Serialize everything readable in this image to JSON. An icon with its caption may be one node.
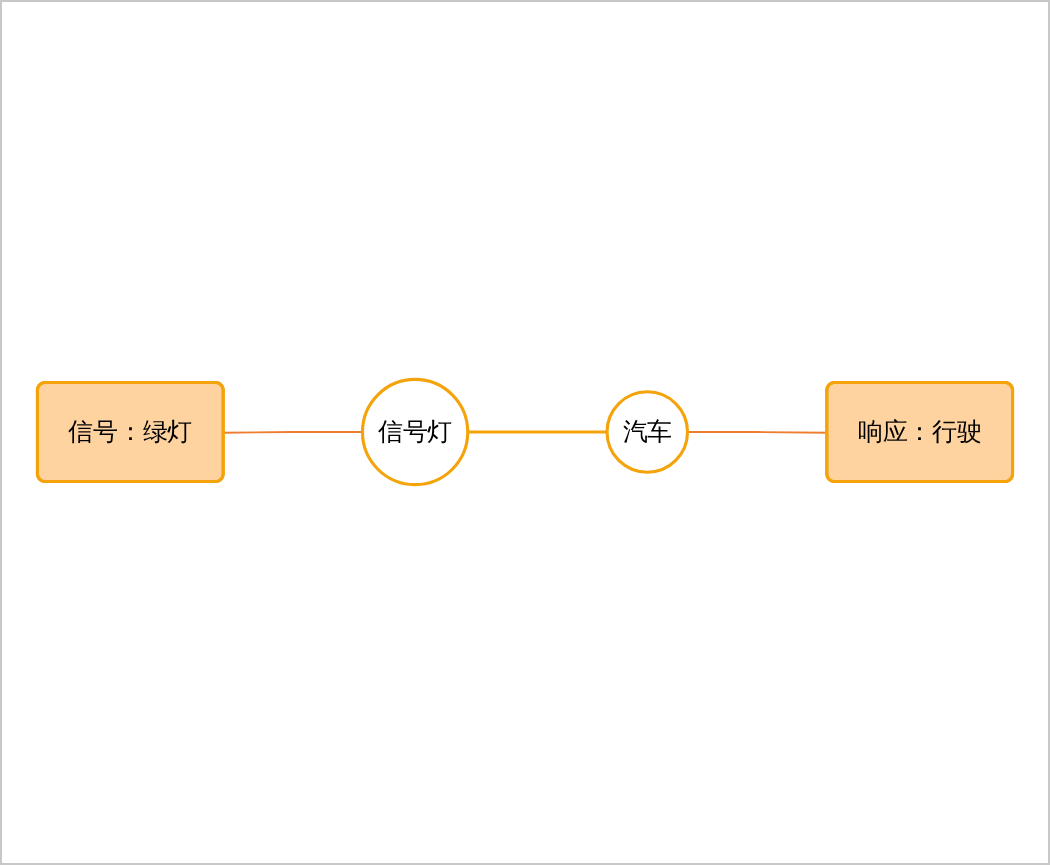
{
  "diagram": {
    "nodes": [
      {
        "text": [
          "信号：绿灯"
        ]
      },
      {
        "text": [
          "信号灯"
        ]
      },
      {
        "text": [
          "汽车"
        ]
      },
      {
        "text": [
          "响应：行驶"
        ]
      }
    ],
    "edges": [
      {
        "from": 0,
        "to": 1,
        "arrow": "none"
      },
      {
        "from": 1,
        "to": 2,
        "arrow": "none",
        "color": "#f5a30a"
      },
      {
        "from": 2,
        "to": 3,
        "arrow": "none"
      }
    ]
  }
}
